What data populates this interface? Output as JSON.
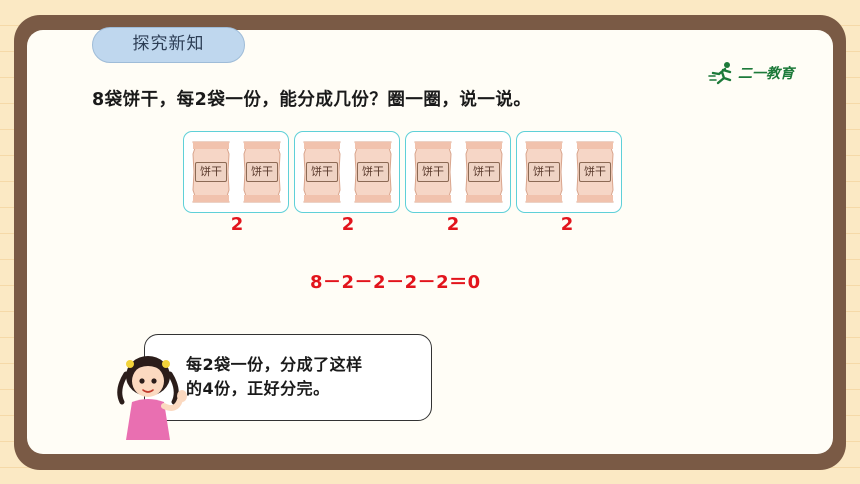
{
  "section_tag": "探究新知",
  "logo": {
    "text": "二一教育",
    "icon": "runner-icon"
  },
  "question": "8袋饼干，每2袋一份，能分成几份？圈一圈，说一说。",
  "bag_label": "饼干",
  "groups": [
    {
      "count": "2"
    },
    {
      "count": "2"
    },
    {
      "count": "2"
    },
    {
      "count": "2"
    }
  ],
  "equation": "8－2－2－2－2＝0",
  "speech": {
    "line1": "每2袋一份，分成了这样",
    "line2": "的4份，正好分完。"
  },
  "colors": {
    "accent_red": "#e2141c",
    "group_border": "#5fd0d8",
    "tag_bg": "#bfd7ee",
    "frame": "#7a5a45"
  }
}
